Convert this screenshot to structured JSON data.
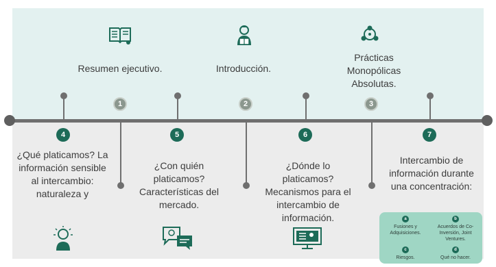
{
  "top_items": [
    {
      "number": "1",
      "label": "Resumen ejecutivo.",
      "icon": "book-icon"
    },
    {
      "number": "2",
      "label": "Introducción.",
      "icon": "reader-icon"
    },
    {
      "number": "3",
      "label": "Prácticas Monopólicas Absolutas.",
      "icon": "network-people-icon"
    }
  ],
  "bottom_items": [
    {
      "number": "4",
      "label": "¿Qué platicamos? La información sensible al intercambio: naturaleza y",
      "icon": "lightbulb-person-icon"
    },
    {
      "number": "5",
      "label": "¿Con quién platicamos? Características del mercado.",
      "icon": "chat-idea-icon"
    },
    {
      "number": "6",
      "label": "¿Dónde lo platicamos? Mecanismos para el intercambio de información.",
      "icon": "presentation-icon"
    },
    {
      "number": "7",
      "label": "Intercambio de información durante una concentración:"
    }
  ],
  "concentration_box": {
    "items": [
      {
        "badge": "a",
        "label": "Fusiones y Adquisiciones."
      },
      {
        "badge": "b",
        "label": "Acuerdos de Co-Inversión, Joint Ventures."
      },
      {
        "badge": "c",
        "label": "Riesgos."
      },
      {
        "badge": "d",
        "label": "Qué no hacer."
      }
    ]
  },
  "colors": {
    "accent": "#1d6b58",
    "top_band": "#e3f1f0",
    "bottom_band": "#ececec",
    "axis": "#6f6f6f",
    "mini_box": "#9fd6c4"
  }
}
